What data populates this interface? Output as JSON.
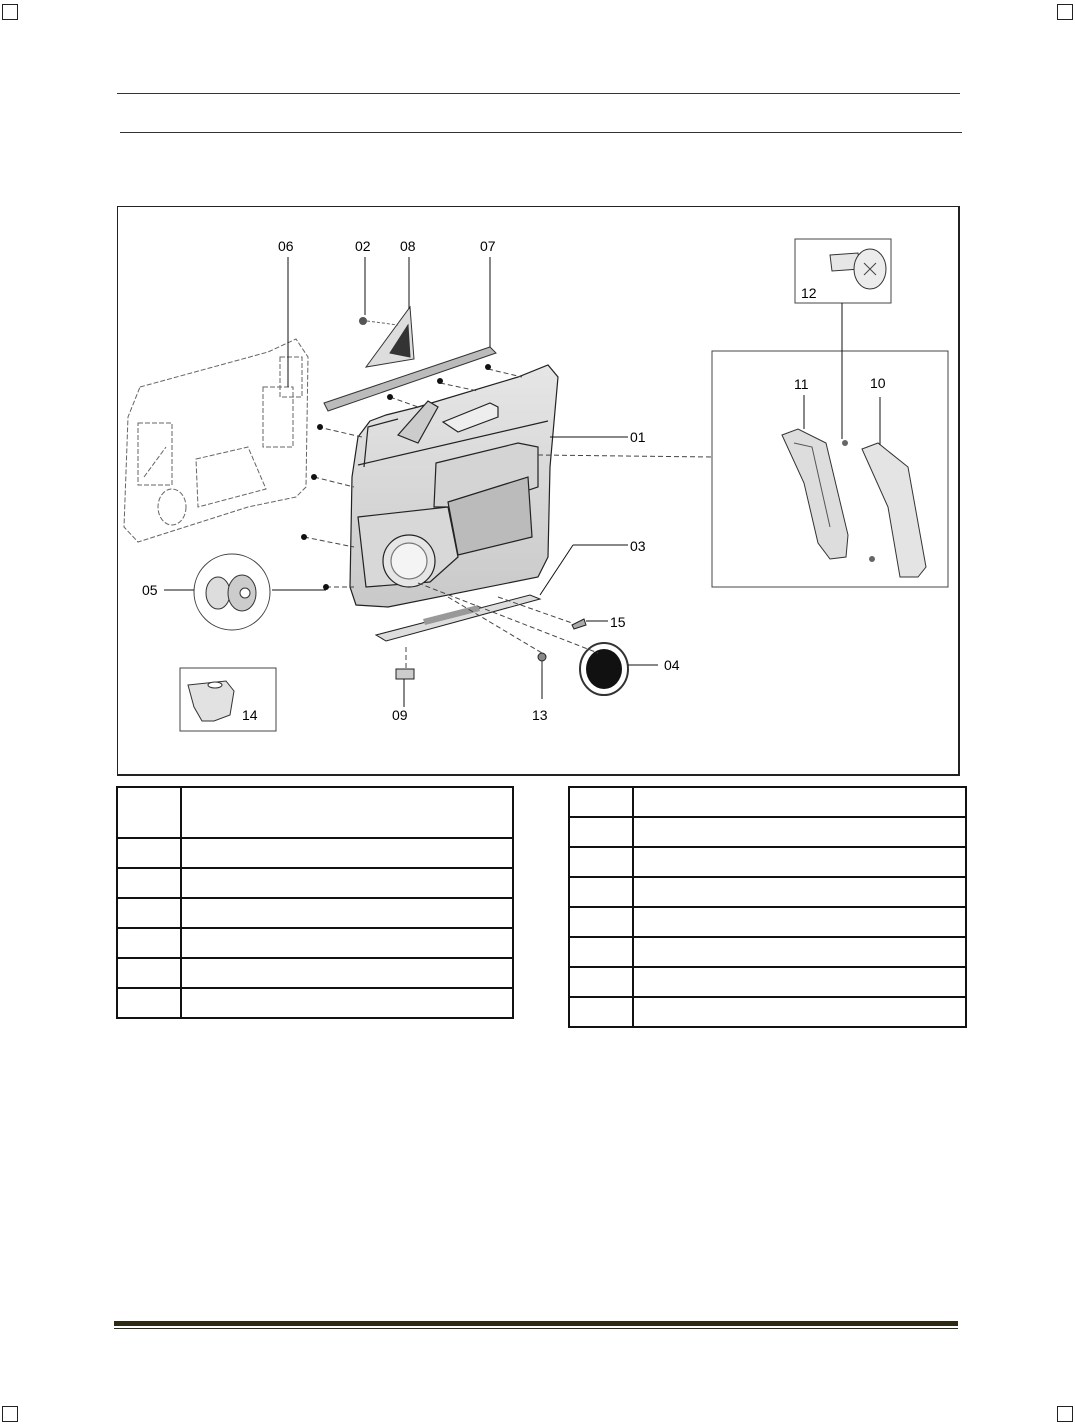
{
  "diagram": {
    "callouts": {
      "c06": "06",
      "c02": "02",
      "c08": "08",
      "c07": "07",
      "c12": "12",
      "c11": "11",
      "c10": "10",
      "c01": "01",
      "c03": "03",
      "c05": "05",
      "c15": "15",
      "c04": "04",
      "c09": "09",
      "c13": "13",
      "c14": "14"
    }
  },
  "tables": {
    "left": {
      "rows": [
        {
          "num": "",
          "name": ""
        },
        {
          "num": "",
          "name": ""
        },
        {
          "num": "",
          "name": ""
        },
        {
          "num": "",
          "name": ""
        },
        {
          "num": "",
          "name": ""
        },
        {
          "num": "",
          "name": ""
        },
        {
          "num": "",
          "name": ""
        }
      ]
    },
    "right": {
      "rows": [
        {
          "num": "",
          "name": ""
        },
        {
          "num": "",
          "name": ""
        },
        {
          "num": "",
          "name": ""
        },
        {
          "num": "",
          "name": ""
        },
        {
          "num": "",
          "name": ""
        },
        {
          "num": "",
          "name": ""
        },
        {
          "num": "",
          "name": ""
        },
        {
          "num": "",
          "name": ""
        }
      ]
    }
  },
  "colors": {
    "line": "#222222",
    "footer": "#2d2a18"
  }
}
